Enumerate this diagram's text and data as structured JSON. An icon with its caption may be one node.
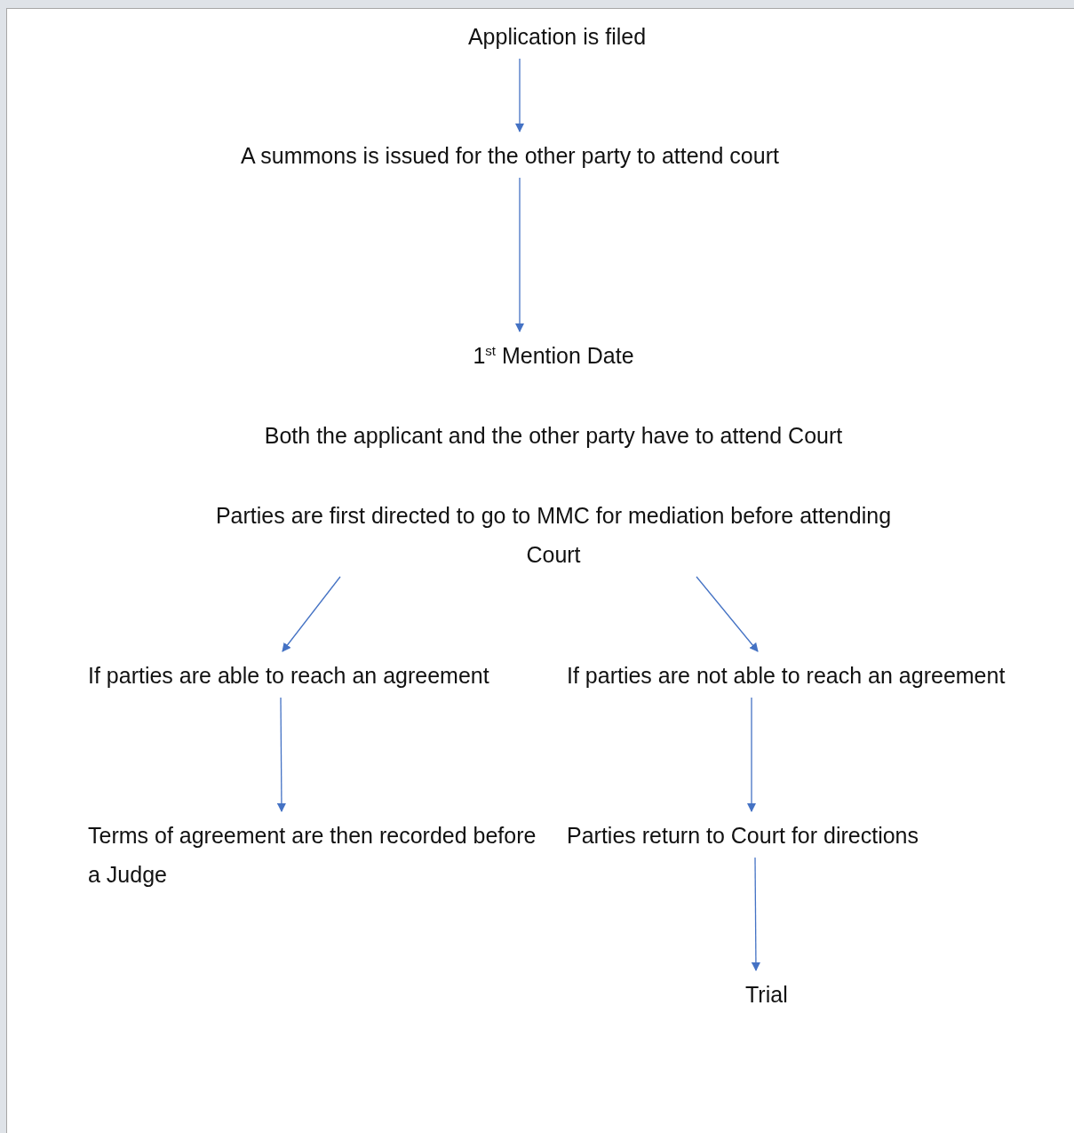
{
  "diagram": {
    "nodes": [
      {
        "text": [
          "Application is filed"
        ]
      },
      {
        "text": [
          "A summons is issued for the other party to attend court"
        ]
      },
      {
        "text": [
          "1$^{st}$ Mention Date"
        ]
      },
      {
        "text": [
          "Both the applicant and the other party have to attend Court"
        ]
      },
      {
        "text": [
          "Parties are first directed to go to MMC for mediation before attending Court"
        ]
      },
      {
        "text": [
          "If parties are able to reach an agreement"
        ]
      },
      {
        "text": [
          "If parties are not able to reach an agreement"
        ]
      },
      {
        "text": [
          "Terms of agreement are then recorded before a Judge"
        ]
      },
      {
        "text": [
          "Parties return to Court for directions"
        ]
      },
      {
        "text": [
          "Trial"
        ]
      }
    ],
    "edges": [
      {
        "from": 0,
        "to": 1,
        "arrow": "to"
      },
      {
        "from": 1,
        "to": 2,
        "arrow": "to"
      },
      {
        "from": 4,
        "to": 5,
        "arrow": "to"
      },
      {
        "from": 4,
        "to": 6,
        "arrow": "to"
      },
      {
        "from": 5,
        "to": 7,
        "arrow": "to"
      },
      {
        "from": 6,
        "to": 8,
        "arrow": "to"
      },
      {
        "from": 8,
        "to": 9,
        "arrow": "to"
      }
    ]
  }
}
